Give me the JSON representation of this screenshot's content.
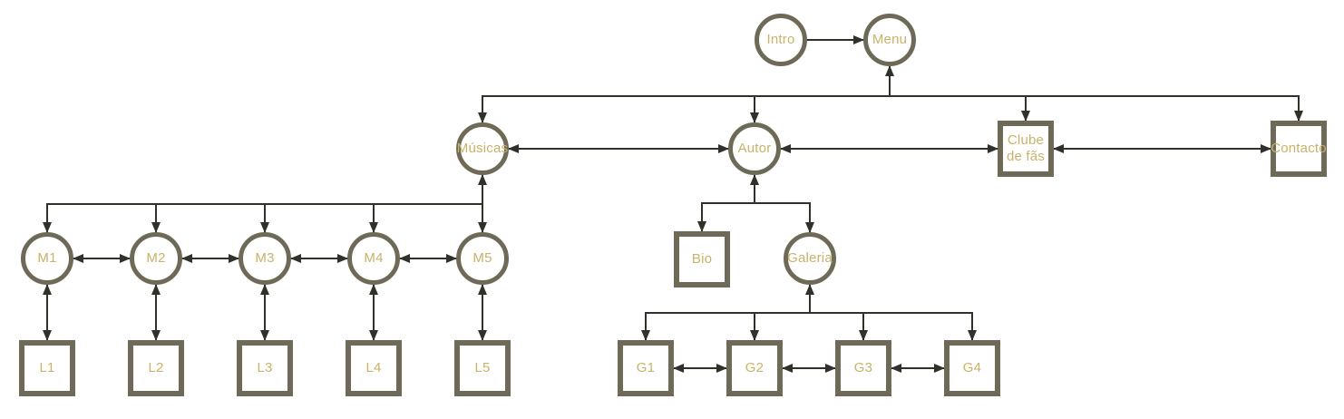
{
  "diagram_title": "Sitemap / navigation flow diagram",
  "colors": {
    "background": "#ffffff",
    "node_border": "#6f6a58",
    "label": "#c9b269",
    "arrow": "#31312a"
  },
  "nodes": {
    "intro": {
      "label": "Intro",
      "shape": "circle"
    },
    "menu": {
      "label": "Menu",
      "shape": "circle"
    },
    "musicas": {
      "label": "Músicas",
      "shape": "circle"
    },
    "autor": {
      "label": "Autor",
      "shape": "circle"
    },
    "clube": {
      "label": "Clube de fãs",
      "shape": "square"
    },
    "contacto": {
      "label": "Contacto",
      "shape": "square"
    },
    "m1": {
      "label": "M1",
      "shape": "circle"
    },
    "m2": {
      "label": "M2",
      "shape": "circle"
    },
    "m3": {
      "label": "M3",
      "shape": "circle"
    },
    "m4": {
      "label": "M4",
      "shape": "circle"
    },
    "m5": {
      "label": "M5",
      "shape": "circle"
    },
    "l1": {
      "label": "L1",
      "shape": "square"
    },
    "l2": {
      "label": "L2",
      "shape": "square"
    },
    "l3": {
      "label": "L3",
      "shape": "square"
    },
    "l4": {
      "label": "L4",
      "shape": "square"
    },
    "l5": {
      "label": "L5",
      "shape": "square"
    },
    "bio": {
      "label": "Bio",
      "shape": "square"
    },
    "galeria": {
      "label": "Galeria",
      "shape": "circle"
    },
    "g1": {
      "label": "G1",
      "shape": "square"
    },
    "g2": {
      "label": "G2",
      "shape": "square"
    },
    "g3": {
      "label": "G3",
      "shape": "square"
    },
    "g4": {
      "label": "G4",
      "shape": "square"
    }
  },
  "edges": [
    {
      "from": "Intro",
      "to": "Menu",
      "type": "one-way"
    },
    {
      "from": "Menu",
      "to": "Músicas",
      "type": "two-way"
    },
    {
      "from": "Menu",
      "to": "Autor",
      "type": "two-way"
    },
    {
      "from": "Menu",
      "to": "Clube de fãs",
      "type": "two-way"
    },
    {
      "from": "Menu",
      "to": "Contacto",
      "type": "two-way"
    },
    {
      "from": "Músicas",
      "to": "Autor",
      "type": "two-way"
    },
    {
      "from": "Autor",
      "to": "Clube de fãs",
      "type": "two-way"
    },
    {
      "from": "Clube de fãs",
      "to": "Contacto",
      "type": "two-way"
    },
    {
      "from": "Músicas",
      "to": "M1",
      "type": "two-way"
    },
    {
      "from": "Músicas",
      "to": "M2",
      "type": "two-way"
    },
    {
      "from": "Músicas",
      "to": "M3",
      "type": "two-way"
    },
    {
      "from": "Músicas",
      "to": "M4",
      "type": "two-way"
    },
    {
      "from": "Músicas",
      "to": "M5",
      "type": "two-way"
    },
    {
      "from": "M1",
      "to": "M2",
      "type": "two-way"
    },
    {
      "from": "M2",
      "to": "M3",
      "type": "two-way"
    },
    {
      "from": "M3",
      "to": "M4",
      "type": "two-way"
    },
    {
      "from": "M4",
      "to": "M5",
      "type": "two-way"
    },
    {
      "from": "M1",
      "to": "L1",
      "type": "two-way"
    },
    {
      "from": "M2",
      "to": "L2",
      "type": "two-way"
    },
    {
      "from": "M3",
      "to": "L3",
      "type": "two-way"
    },
    {
      "from": "M4",
      "to": "L4",
      "type": "two-way"
    },
    {
      "from": "M5",
      "to": "L5",
      "type": "two-way"
    },
    {
      "from": "Autor",
      "to": "Bio",
      "type": "two-way"
    },
    {
      "from": "Autor",
      "to": "Galeria",
      "type": "two-way"
    },
    {
      "from": "Galeria",
      "to": "G1",
      "type": "two-way"
    },
    {
      "from": "Galeria",
      "to": "G2",
      "type": "two-way"
    },
    {
      "from": "Galeria",
      "to": "G3",
      "type": "two-way"
    },
    {
      "from": "Galeria",
      "to": "G4",
      "type": "two-way"
    },
    {
      "from": "G1",
      "to": "G2",
      "type": "two-way"
    },
    {
      "from": "G2",
      "to": "G3",
      "type": "two-way"
    },
    {
      "from": "G3",
      "to": "G4",
      "type": "two-way"
    }
  ]
}
